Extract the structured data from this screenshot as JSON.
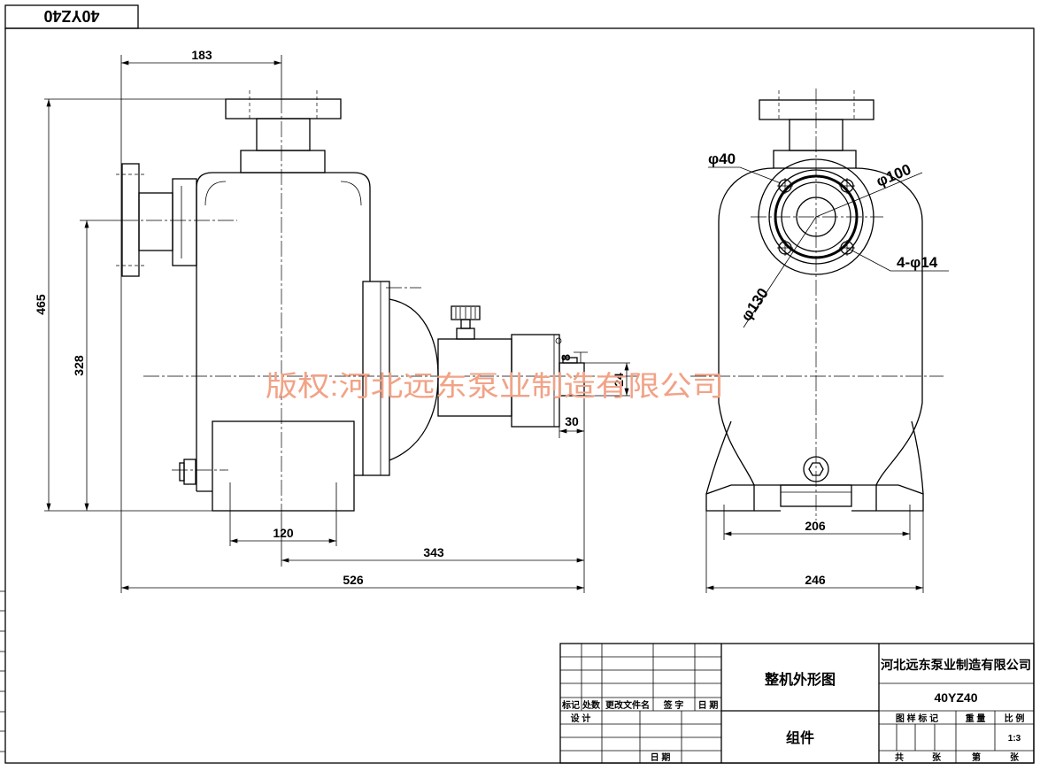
{
  "sheet": {
    "code_box": "40YZ40"
  },
  "watermark": "版权:河北远东泵业制造有限公司",
  "dimensions": {
    "flange_to_center": "183",
    "overall_height": "465",
    "suction_center_height": "328",
    "base_bolt_pitch_side": "120",
    "center_to_shaft_end": "343",
    "overall_length": "526",
    "key_width": "8",
    "shaft_diameter": "24",
    "shaft_extension": "30",
    "base_bolt_pitch_front": "206",
    "base_width": "246"
  },
  "callouts": {
    "small_diameter": "φ40",
    "bore_diameter": "φ100",
    "bolt_holes": "4-φ14",
    "flange_diameter": "φ130"
  },
  "title_block": {
    "col_mark": "标记",
    "col_count": "处数",
    "col_change_doc": "更改文件名",
    "col_sign": "签 字",
    "col_date": "日 期",
    "design": "设 计",
    "date_bottom": "日 期",
    "drawing_title": "整机外形图",
    "drawing_type": "组件",
    "company": "河北远东泵业制造有限公司",
    "model": "40YZ40",
    "pattern_mark": "图 样 标 记",
    "weight": "重 量",
    "scale_label": "比 例",
    "scale": "1:3",
    "total": "共",
    "sheets_a": "张",
    "sheet_no": "第",
    "sheets_b": "张"
  }
}
